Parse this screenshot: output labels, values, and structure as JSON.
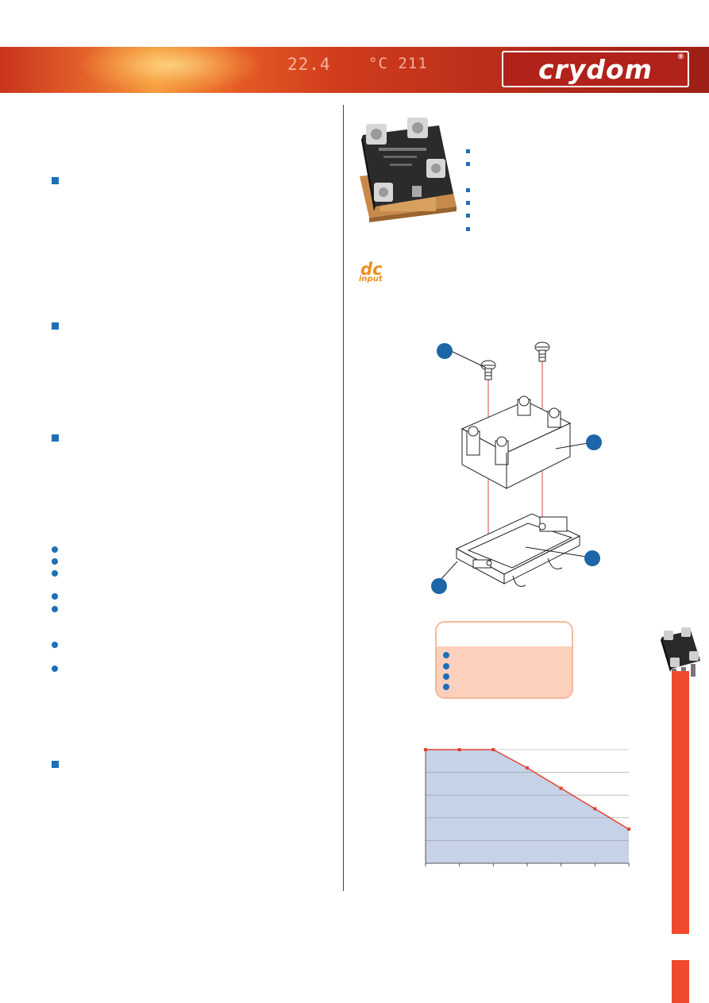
{
  "banner": {
    "display_left": "22.4",
    "display_right": "°C 211",
    "logo_text": "crydom",
    "logo_mark": "®",
    "accent_color": "#ee4a2b",
    "bullet_color": "#1d6fb8"
  },
  "right_column": {
    "input_icon": {
      "word1": "dc",
      "word2": "input",
      "color": "#ee8d1b"
    }
  },
  "chart_data": {
    "type": "area",
    "series": [
      {
        "x": [
          0,
          1,
          2,
          3,
          4,
          5,
          6
        ],
        "y": [
          5,
          5,
          5,
          4.2,
          3.3,
          2.4,
          1.5
        ]
      }
    ],
    "xlim": [
      0,
      6
    ],
    "ylim": [
      0,
      5
    ],
    "grid": true,
    "fill_color": "#c5d2e8",
    "line_color": "#e2402c"
  }
}
